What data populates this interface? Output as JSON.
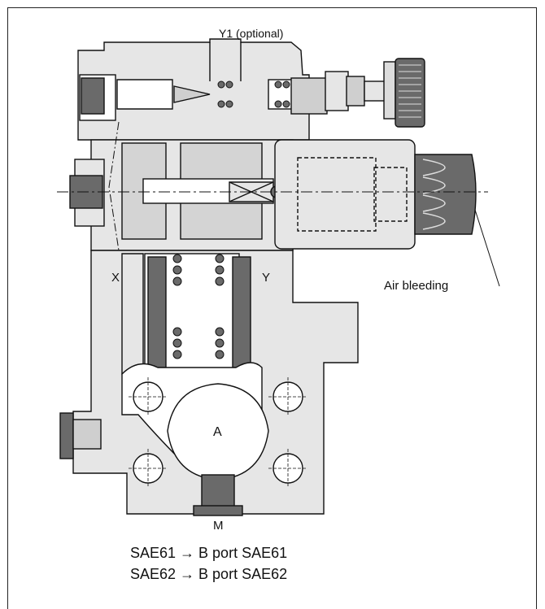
{
  "labels": {
    "y1": "Y1 (optional)",
    "x": "X",
    "y": "Y",
    "air_bleeding": "Air bleeding",
    "a": "A",
    "m": "M"
  },
  "caption": {
    "line1": "SAE61 → B port SAE61",
    "line2": "SAE62 → B port SAE62"
  },
  "colors": {
    "body": "#e6e6e6",
    "dark": "#6a6a6a",
    "line": "#111111"
  }
}
